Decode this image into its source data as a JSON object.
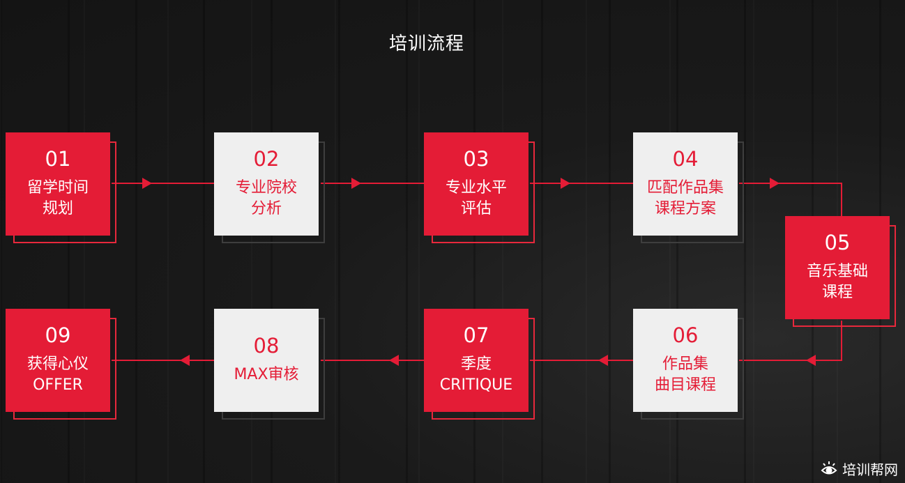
{
  "title": "培训流程",
  "steps": [
    {
      "num": "01",
      "line1": "留学时间",
      "line2": "规划"
    },
    {
      "num": "02",
      "line1": "专业院校",
      "line2": "分析"
    },
    {
      "num": "03",
      "line1": "专业水平",
      "line2": "评估"
    },
    {
      "num": "04",
      "line1": "匹配作品集",
      "line2": "课程方案"
    },
    {
      "num": "05",
      "line1": "音乐基础",
      "line2": "课程"
    },
    {
      "num": "06",
      "line1": "作品集",
      "line2": "曲目课程"
    },
    {
      "num": "07",
      "line1": "季度",
      "line2": "CRITIQUE"
    },
    {
      "num": "08",
      "line1": "MAX审核",
      "line2": ""
    },
    {
      "num": "09",
      "line1": "获得心仪",
      "line2": "OFFER"
    }
  ],
  "watermark": "培训帮网",
  "colors": {
    "accent": "#e41c36",
    "light_box": "#efefef",
    "background": "#1c1c1c"
  }
}
